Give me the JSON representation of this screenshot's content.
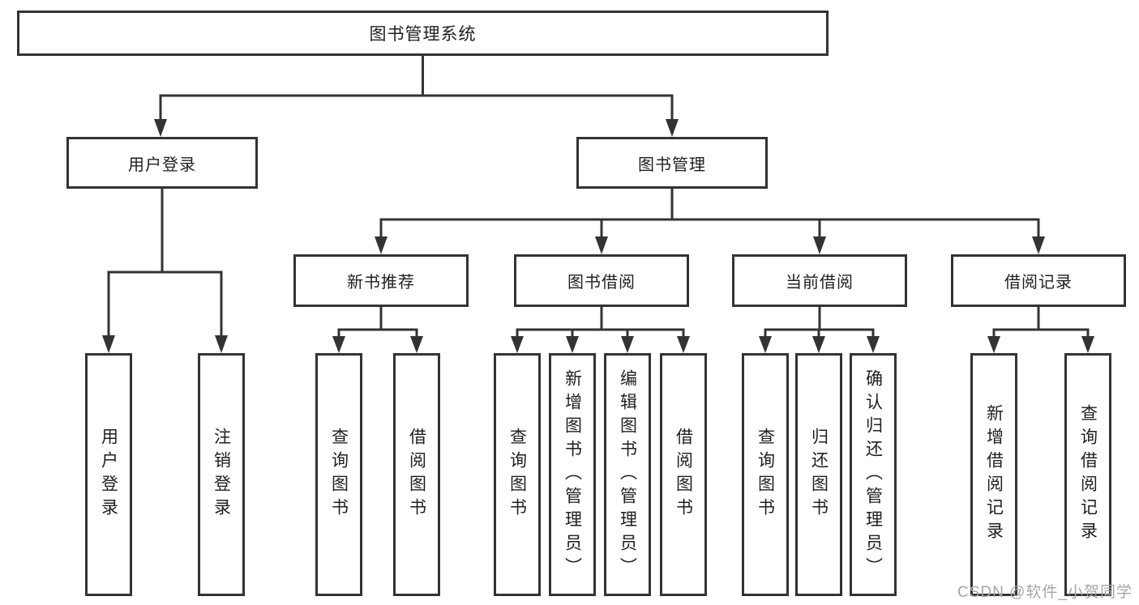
{
  "diagram": {
    "root": {
      "label": "图书管理系统"
    },
    "level2": [
      {
        "label": "用户登录"
      },
      {
        "label": "图书管理"
      }
    ],
    "level3": [
      {
        "label": "新书推荐"
      },
      {
        "label": "图书借阅"
      },
      {
        "label": "当前借阅"
      },
      {
        "label": "借阅记录"
      }
    ],
    "leaves": {
      "login": [
        "用户登录",
        "注销登录"
      ],
      "recommend": [
        "查询图书",
        "借阅图书"
      ],
      "borrow": [
        "查询图书",
        "新增图书（管理员）",
        "编辑图书（管理员）",
        "借阅图书"
      ],
      "current": [
        "查询图书",
        "归还图书",
        "确认归还（管理员）"
      ],
      "records": [
        "新增借阅记录",
        "查询借阅记录"
      ]
    }
  },
  "watermark": "CSDN @软件_小贺同学",
  "colors": {
    "line": "#333333",
    "text": "#1f1f1f",
    "box_fill": "#ffffff",
    "watermark": "#a6a6a6",
    "background": "#ffffff"
  }
}
